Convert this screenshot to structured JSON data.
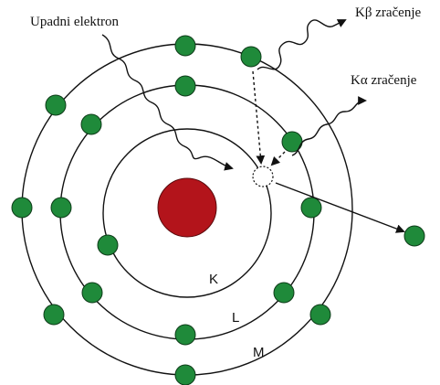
{
  "labels": {
    "incident": "Upadni elektron",
    "kbeta": "Kβ zračenje",
    "kalpha": "Kα zračenje"
  },
  "shells": [
    {
      "name": "K"
    },
    {
      "name": "L"
    },
    {
      "name": "M"
    }
  ],
  "colors": {
    "nucleus": "#b3141b",
    "electron": "#1f8a3a",
    "electron_stroke": "#0d3b18",
    "line": "#111111"
  }
}
